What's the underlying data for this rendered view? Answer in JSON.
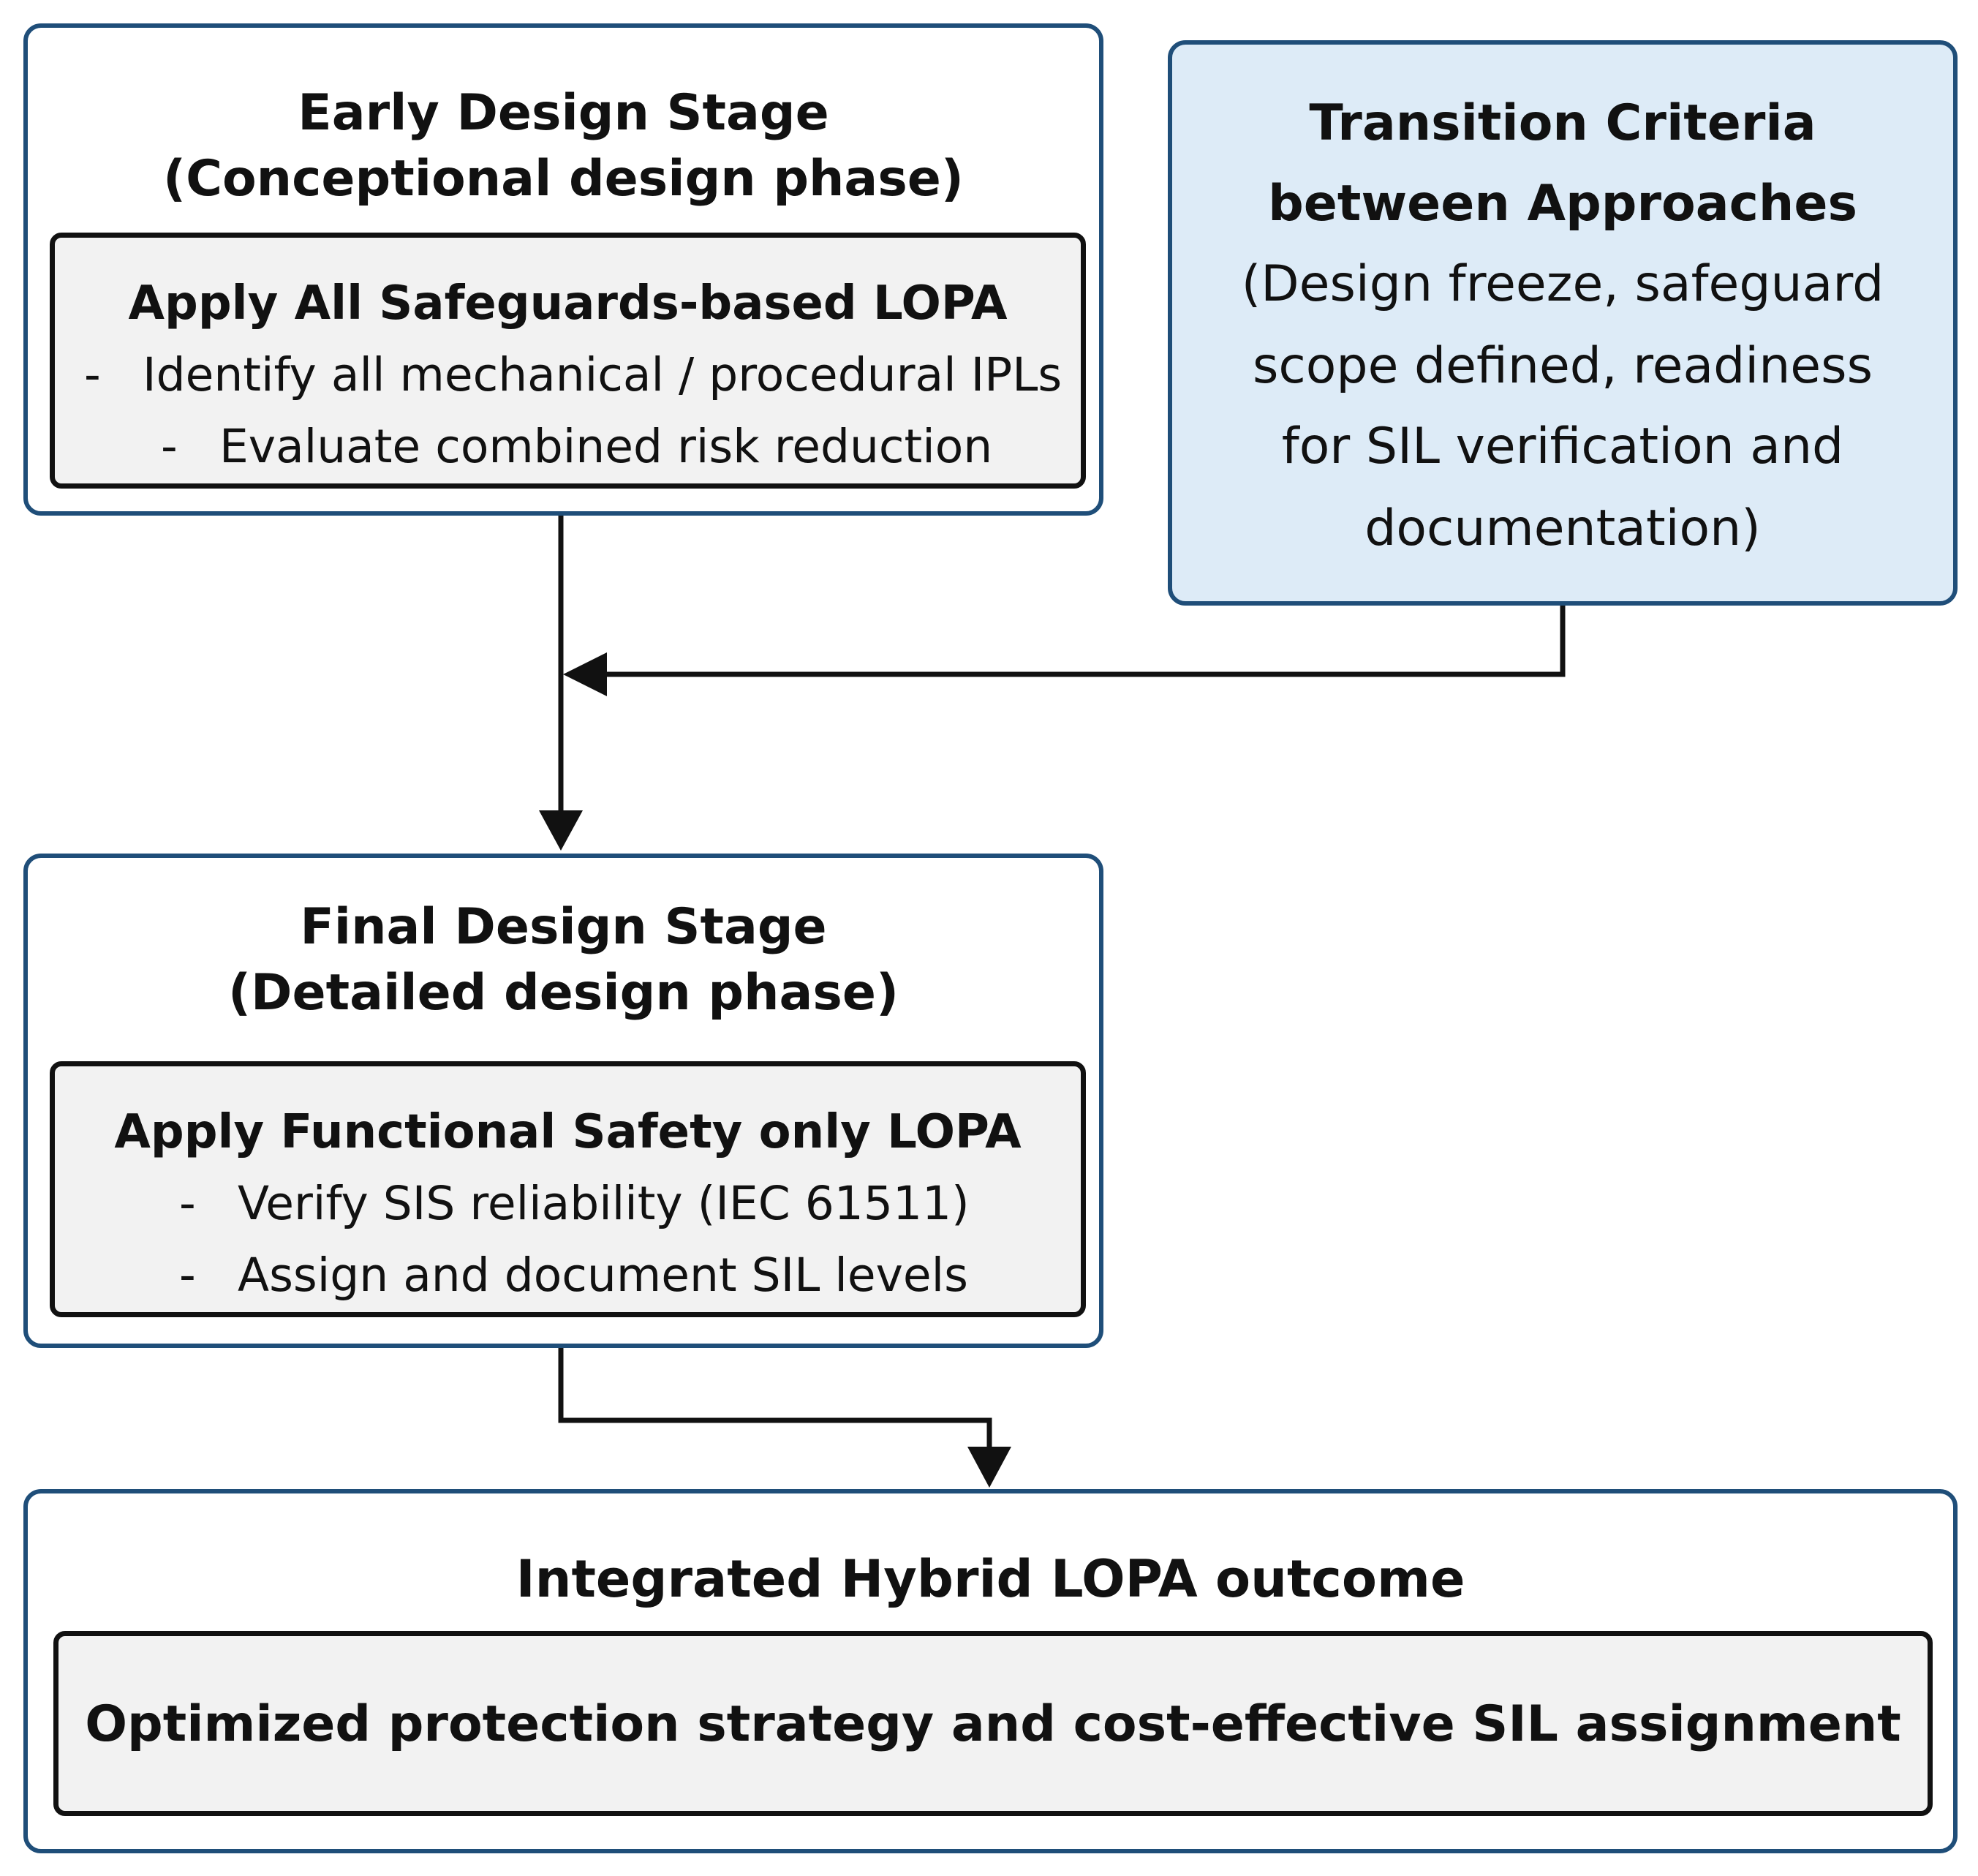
{
  "early_stage": {
    "title_line1": "Early Design Stage",
    "title_line2": "(Conceptional design phase)",
    "approach": {
      "title": "Apply All Safeguards-based LOPA",
      "bullets": [
        "Identify all mechanical / procedural IPLs",
        "Evaluate combined risk reduction"
      ]
    }
  },
  "transition": {
    "title_line1": "Transition Criteria",
    "title_line2": "between Approaches",
    "body_lines": [
      "(Design freeze, safeguard",
      "scope defined, readiness",
      "for SIL verification and",
      "documentation)"
    ]
  },
  "final_stage": {
    "title_line1": "Final Design Stage",
    "title_line2": "(Detailed design phase)",
    "approach": {
      "title": "Apply Functional Safety only LOPA",
      "bullets": [
        "Verify SIS reliability (IEC 61511)",
        "Assign and document SIL levels"
      ]
    }
  },
  "outcome": {
    "title": "Integrated Hybrid LOPA outcome",
    "result": "Optimized protection strategy and cost-effective SIL assignment"
  },
  "bullet_marker": "-",
  "colors": {
    "stage_border": "#1f4e79",
    "criteria_fill": "#ddebf7",
    "inner_fill": "#f2f2f2",
    "connector": "#111111"
  }
}
